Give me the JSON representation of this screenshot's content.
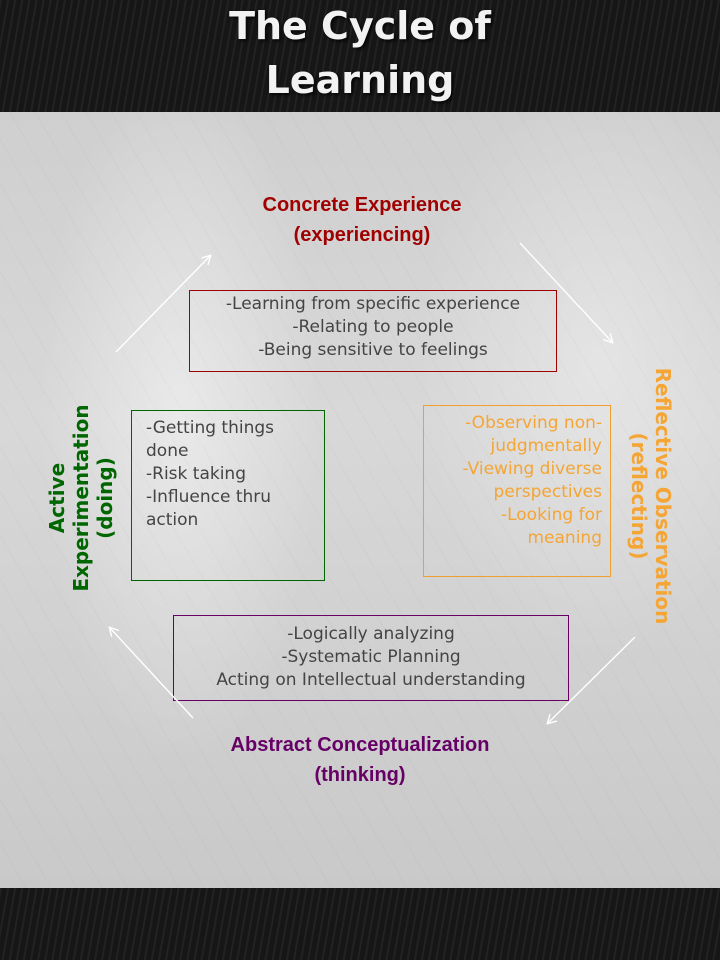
{
  "title": {
    "line1": "The Cycle of",
    "line2": "Learning"
  },
  "concrete": {
    "label": "Concrete Experience",
    "sub": "(experiencing)",
    "items": [
      "-Learning from specific experience",
      "-Relating to people",
      "-Being sensitive to feelings"
    ]
  },
  "reflective": {
    "label": "Reflective Observation",
    "sub": "(reflecting)",
    "items": [
      "-Observing non-",
      "judgmentally",
      "-Viewing diverse",
      "perspectives",
      "-Looking for",
      "meaning"
    ]
  },
  "abstract": {
    "label": "Abstract Conceptualization",
    "sub": "(thinking)",
    "items": [
      "-Logically analyzing",
      "-Systematic Planning",
      "Acting on Intellectual understanding"
    ]
  },
  "active": {
    "label1": "Active",
    "label2": "Experimentation",
    "sub": "(doing)",
    "items": [
      "-Getting things",
      "done",
      "-Risk taking",
      "-Influence thru",
      "action"
    ]
  },
  "colors": {
    "concrete": "#a00000",
    "reflective": "#f0a030",
    "abstract": "#660066",
    "active": "#006600"
  }
}
